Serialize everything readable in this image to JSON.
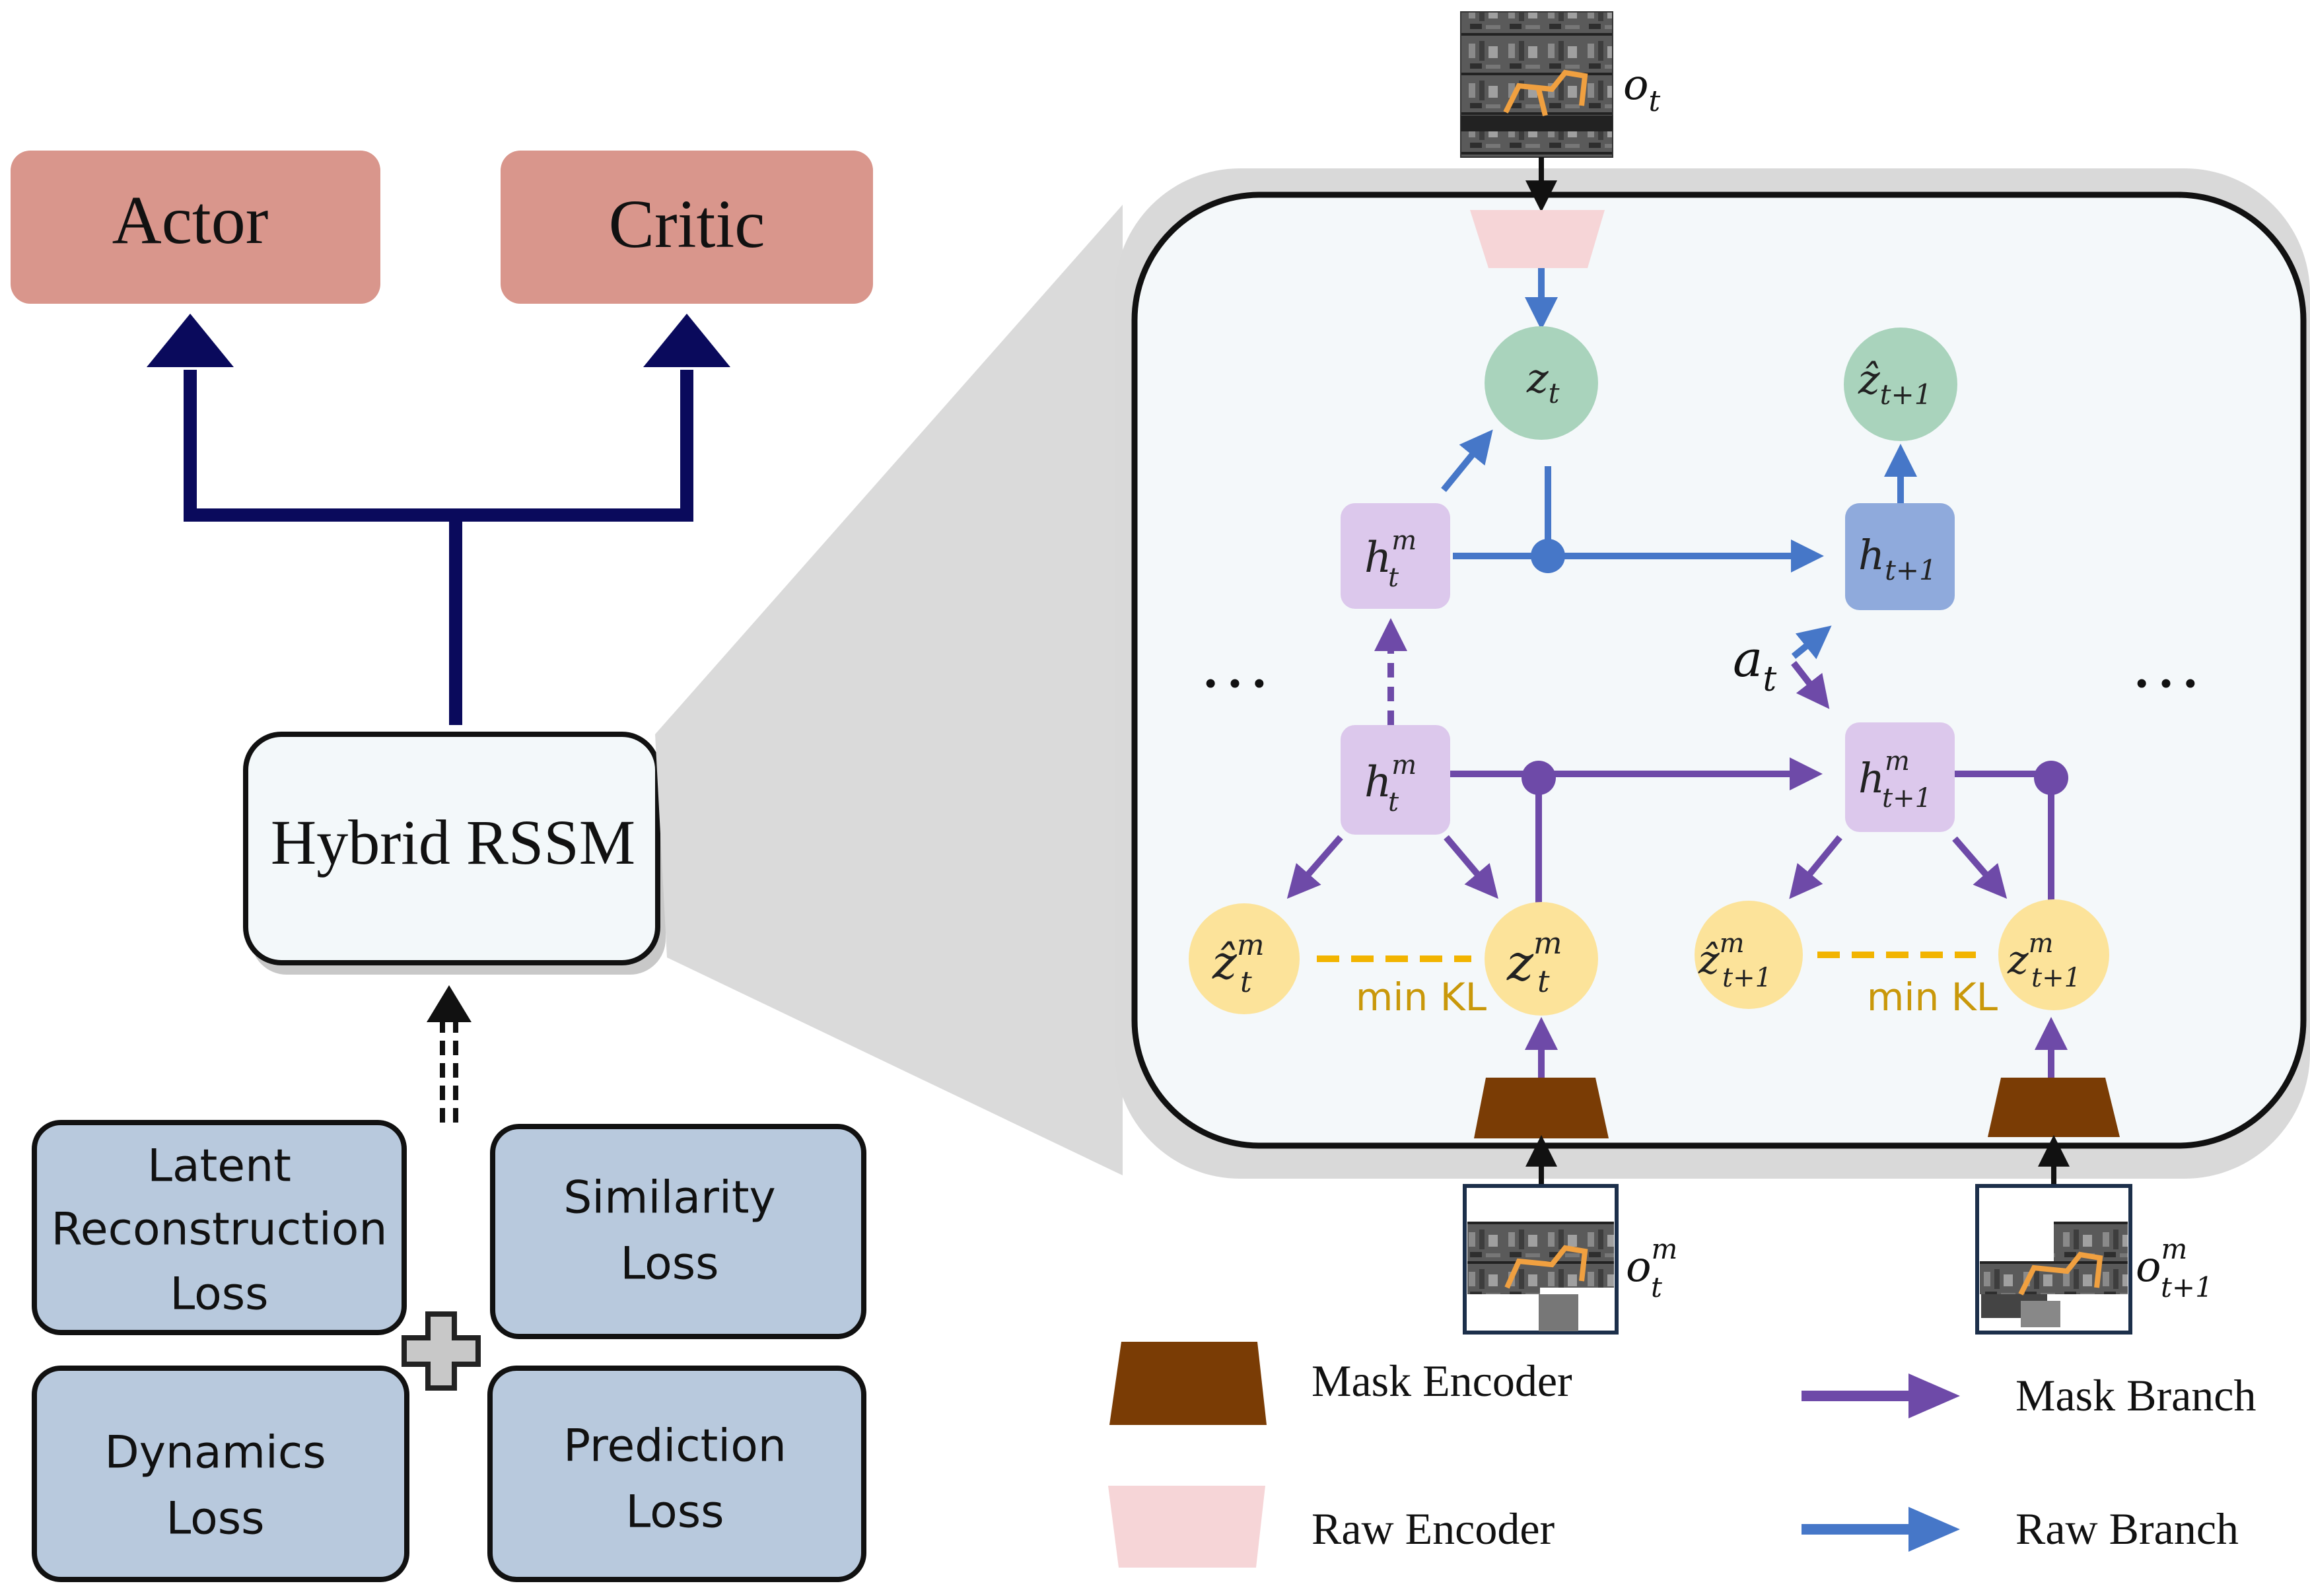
{
  "left": {
    "actor_label": "Actor",
    "critic_label": "Critic",
    "hybrid_label": "Hybrid RSSM",
    "losses": {
      "latent_reconstruction": [
        "Latent",
        "Reconstruction",
        "Loss"
      ],
      "similarity": [
        "Similarity",
        "Loss"
      ],
      "dynamics": [
        "Dynamics",
        "Loss"
      ],
      "prediction": [
        "Prediction",
        "Loss"
      ]
    }
  },
  "zoom": {
    "observation": {
      "base": "o",
      "sub": "t"
    },
    "obs_mask_t": {
      "base": "o",
      "sup": "m",
      "sub": "t"
    },
    "obs_mask_t1": {
      "base": "o",
      "sup": "m",
      "sub": "t+1"
    },
    "z_t": {
      "base": "z",
      "sub": "t"
    },
    "z_hat_t1": {
      "base": "ẑ",
      "sub": "t+1"
    },
    "h_t_upper": {
      "base": "h",
      "sup": "m",
      "sub": "t"
    },
    "h_t1": {
      "base": "h",
      "sub": "t+1"
    },
    "h_t_lower": {
      "base": "h",
      "sup": "m",
      "sub": "t"
    },
    "h_m_t1": {
      "base": "h",
      "sup": "m",
      "sub": "t+1"
    },
    "z_hat_m_t": {
      "base": "ẑ",
      "sup": "m",
      "sub": "t"
    },
    "z_m_t": {
      "base": "z",
      "sup": "m",
      "sub": "t"
    },
    "z_hat_m_t1": {
      "base": "ẑ",
      "sup": "m",
      "sub": "t+1"
    },
    "z_m_t1": {
      "base": "z",
      "sup": "m",
      "sub": "t+1"
    },
    "action": {
      "base": "a",
      "sub": "t"
    },
    "ellipsis_left": "…",
    "ellipsis_right": "…",
    "min_kl_left": "min KL",
    "min_kl_right": "min KL"
  },
  "legend": {
    "mask_encoder": "Mask Encoder",
    "raw_encoder": "Raw Encoder",
    "mask_branch": "Mask Branch",
    "raw_branch": "Raw Branch"
  },
  "colors": {
    "navy": "#0a0a5c",
    "actor_critic_fill": "#d9968c",
    "loss_fill": "#b8c9dd",
    "purple": "#6e4aa8",
    "blue": "#4677c8",
    "green_node": "#a9d3bc",
    "yellow_node": "#fce39a",
    "lilac_node": "#dcc8ec",
    "blue_node": "#8faadc",
    "mask_encoder": "#7a3c05",
    "raw_encoder": "#f6d5d7",
    "kl": "#f2b400",
    "kl_text": "#c9980a",
    "zoom_bg": "#f4f8fa",
    "shadow": "#d9d9d9"
  }
}
